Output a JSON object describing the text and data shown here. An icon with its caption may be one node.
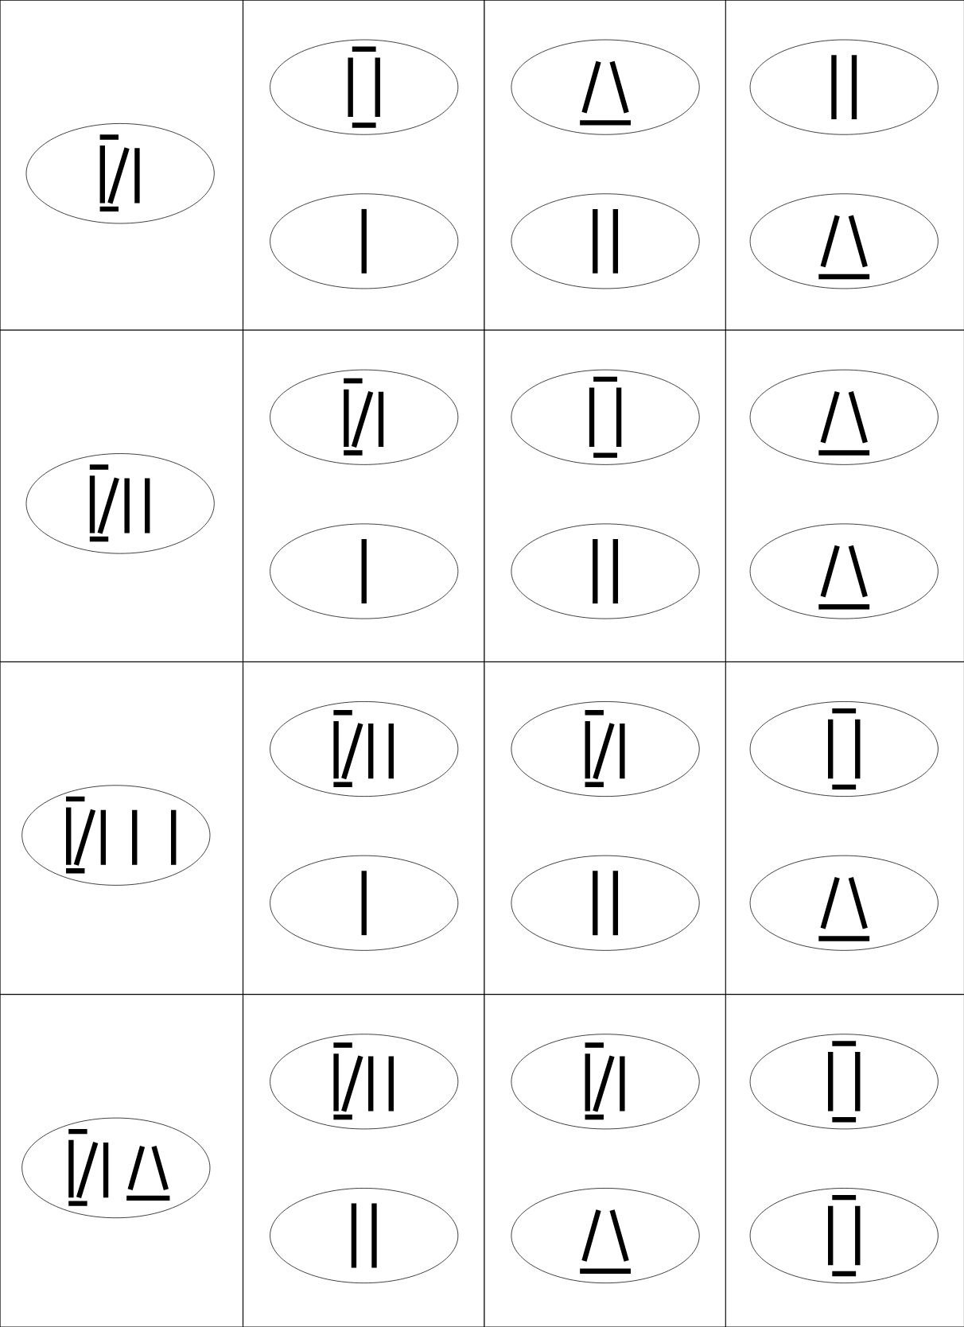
{
  "diagram": {
    "nodes": [
      {
        "text": [],
        "shape": "ellipse"
      },
      {
        "text": [],
        "shape": "ellipse"
      },
      {
        "text": [],
        "shape": "ellipse"
      },
      {
        "text": [],
        "shape": "ellipse"
      },
      {
        "text": [],
        "shape": "ellipse"
      },
      {
        "text": [],
        "shape": "ellipse"
      },
      {
        "text": [],
        "shape": "ellipse"
      },
      {
        "text": [],
        "shape": "ellipse"
      },
      {
        "text": [],
        "shape": "ellipse"
      },
      {
        "text": [],
        "shape": "ellipse"
      },
      {
        "text": [],
        "shape": "ellipse"
      },
      {
        "text": [],
        "shape": "ellipse"
      },
      {
        "text": [],
        "shape": "ellipse"
      },
      {
        "text": [],
        "shape": "ellipse"
      },
      {
        "text": [],
        "shape": "ellipse"
      },
      {
        "text": [],
        "shape": "ellipse"
      },
      {
        "text": [],
        "shape": "ellipse"
      },
      {
        "text": [],
        "shape": "ellipse"
      },
      {
        "text": [],
        "shape": "ellipse"
      },
      {
        "text": [],
        "shape": "ellipse"
      },
      {
        "text": [],
        "shape": "ellipse"
      },
      {
        "text": [],
        "shape": "ellipse"
      },
      {
        "text": [],
        "shape": "ellipse"
      },
      {
        "text": [],
        "shape": "ellipse"
      },
      {
        "text": [],
        "shape": "ellipse"
      },
      {
        "text": [],
        "shape": "ellipse"
      },
      {
        "text": [],
        "shape": "ellipse"
      },
      {
        "text": [],
        "shape": "ellipse"
      }
    ]
  }
}
